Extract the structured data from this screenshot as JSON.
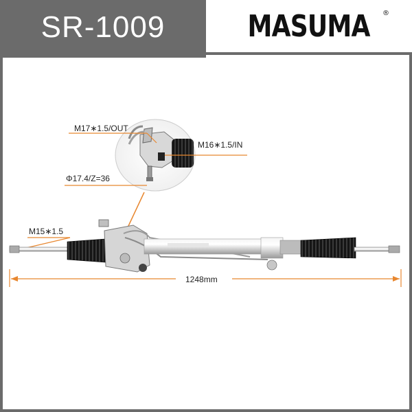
{
  "header": {
    "part_number": "SR-1009",
    "brand": "MASUMA",
    "registered_mark": "®"
  },
  "annotations": {
    "outlet_port": "M17∗1.5/OUT",
    "inlet_port": "M16∗1.5/IN",
    "pinion": "Φ17.4/Z=36",
    "tie_rod_thread": "M15∗1.5",
    "overall_length": "1248mm"
  },
  "colors": {
    "frame_gray": "#6b6b6b",
    "leader_orange": "#e8872f",
    "text": "#222222"
  }
}
